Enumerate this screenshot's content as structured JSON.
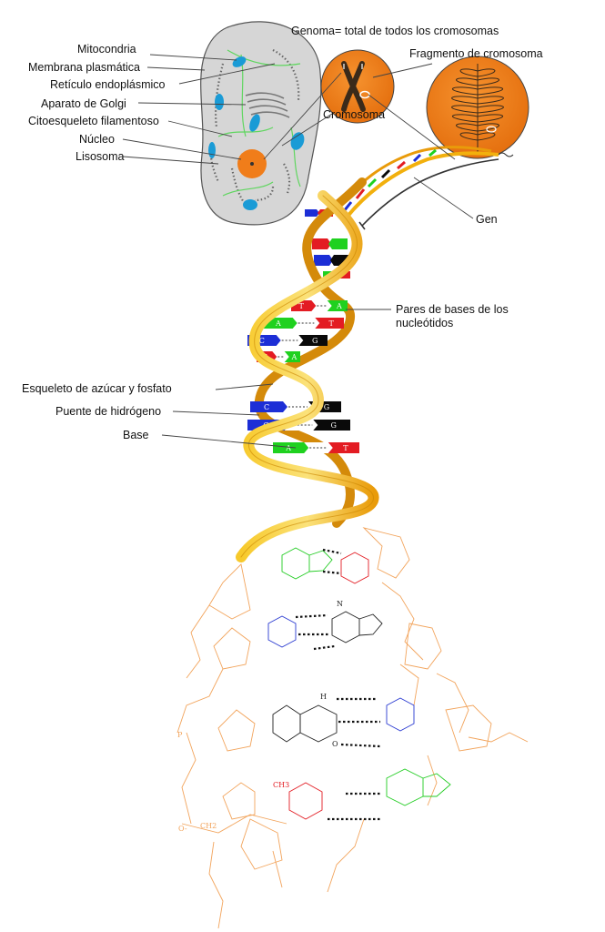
{
  "labels": {
    "genoma": "Genoma= total de todos los cromosomas",
    "fragmento": "Fragmento de cromosoma",
    "mitocondria": "Mitocondria",
    "membrana": "Membrana plasmática",
    "reticulo": "Retículo endoplásmico",
    "golgi": "Aparato de Golgi",
    "citoesqueleto": "Citoesqueleto filamentoso",
    "nucleo": "Núcleo",
    "lisosoma": "Lisosoma",
    "cromosoma": "Cromosoma",
    "gen": "Gen",
    "pares_1": "Pares de bases de los",
    "pares_2": "nucleótidos",
    "esqueleto": "Esqueleto de azúcar y fosfato",
    "puente": "Puente de hidrógeno",
    "base": "Base"
  },
  "rungs": [
    {
      "l": "T",
      "r": "A",
      "lc": "#e31c23",
      "rc": "#1fd11f"
    },
    {
      "l": "A",
      "r": "T",
      "lc": "#1fd11f",
      "rc": "#e31c23"
    },
    {
      "l": "C",
      "r": "G",
      "lc": "#1c2ed6",
      "rc": "#0a0a0a"
    },
    {
      "l": "T",
      "r": "A",
      "lc": "#e31c23",
      "rc": "#1fd11f"
    },
    {
      "l": "C",
      "r": "G",
      "lc": "#1c2ed6",
      "rc": "#0a0a0a"
    },
    {
      "l": "C",
      "r": "G",
      "lc": "#1c2ed6",
      "rc": "#0a0a0a"
    },
    {
      "l": "A",
      "r": "T",
      "lc": "#1fd11f",
      "rc": "#e31c23"
    }
  ],
  "chem_atoms": [
    "N",
    "H",
    "O",
    "CH3",
    "CH2",
    "P",
    "O-"
  ],
  "colors": {
    "orange": "#f07d1a",
    "helix_gold": "#f2b00d",
    "cell_gray": "#d9d9d9",
    "mito_blue": "#1a9bd6",
    "chem_backbone": "#f2a45c",
    "chem_green": "#22cc22",
    "chem_red": "#e31c23",
    "chem_blue": "#2a3ad1"
  }
}
